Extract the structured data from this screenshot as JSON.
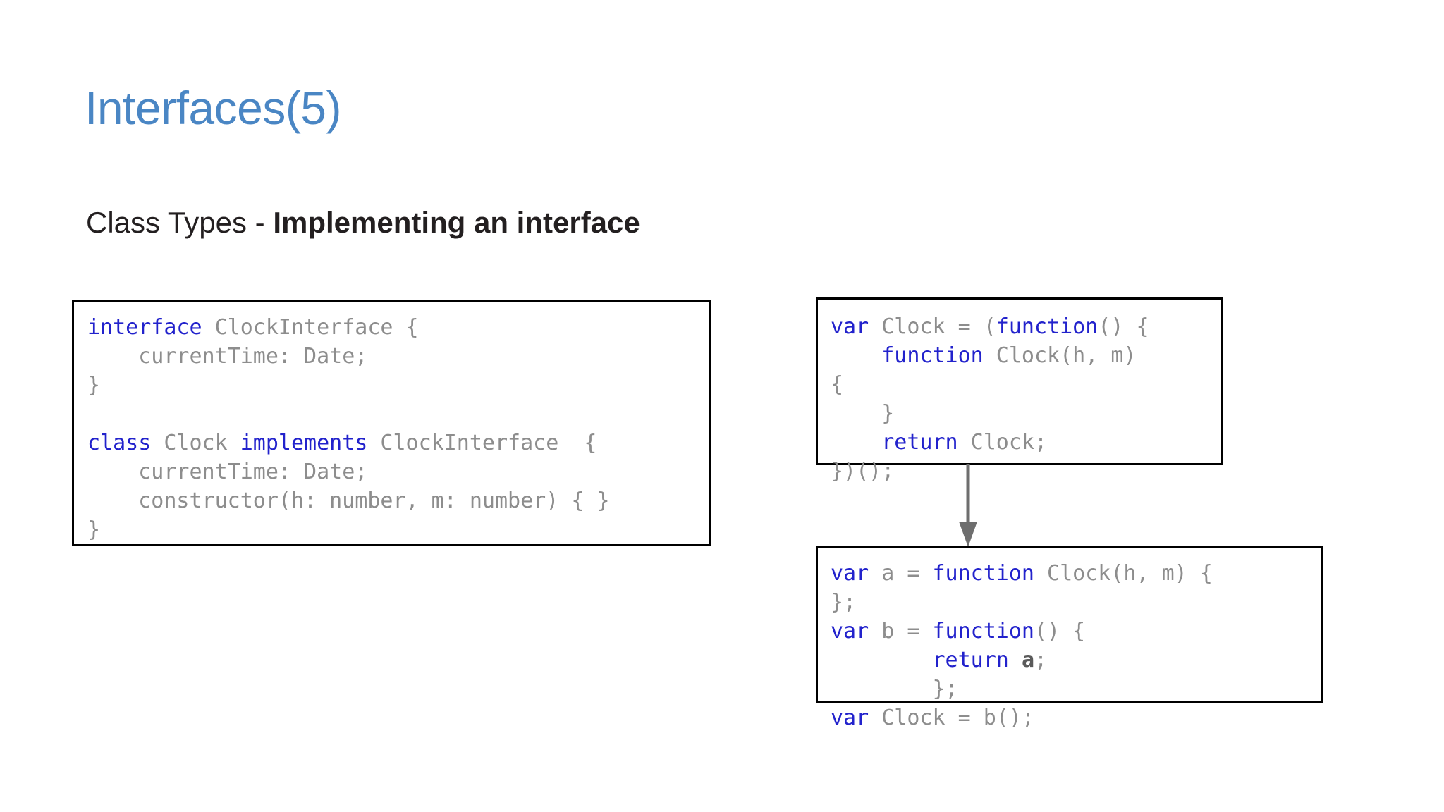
{
  "slide": {
    "title": "Interfaces(5)",
    "subtitle": {
      "plain": "Class Types - ",
      "bold": "Implementing an interface"
    },
    "colors": {
      "title_blue": "#4a86c4",
      "keyword_blue": "#2222cc",
      "code_gray": "#8d8d8d",
      "box_border": "#000000",
      "arrow_gray": "#6e6e6e",
      "subtitle_black": "#231f20"
    }
  },
  "code_blocks": {
    "interface_definition": {
      "language": "typescript",
      "lines": [
        "interface ClockInterface {",
        "    currentTime: Date;",
        "}",
        "",
        "class Clock implements ClockInterface  {",
        "    currentTime: Date;",
        "    constructor(h: number, m: number) { }",
        "}"
      ],
      "keywords": [
        "interface",
        "class",
        "implements"
      ]
    },
    "compiled_iife": {
      "language": "javascript",
      "lines": [
        "var Clock = (function() {",
        "    function Clock(h, m)",
        "{",
        "    }",
        "    return Clock;"
      ],
      "overflow_line": "})();",
      "keywords": [
        "var",
        "function",
        "return"
      ]
    },
    "expanded_form": {
      "language": "javascript",
      "lines": [
        "var a = function Clock(h, m) {",
        "};",
        "var b = function() {",
        "        return a;",
        "        };"
      ],
      "overflow_line": "var Clock = b();",
      "keywords": [
        "var",
        "function",
        "return"
      ],
      "bold_tokens": [
        "a"
      ]
    }
  },
  "connector": {
    "type": "arrow",
    "direction": "down",
    "from": "compiled_iife",
    "to": "expanded_form"
  }
}
